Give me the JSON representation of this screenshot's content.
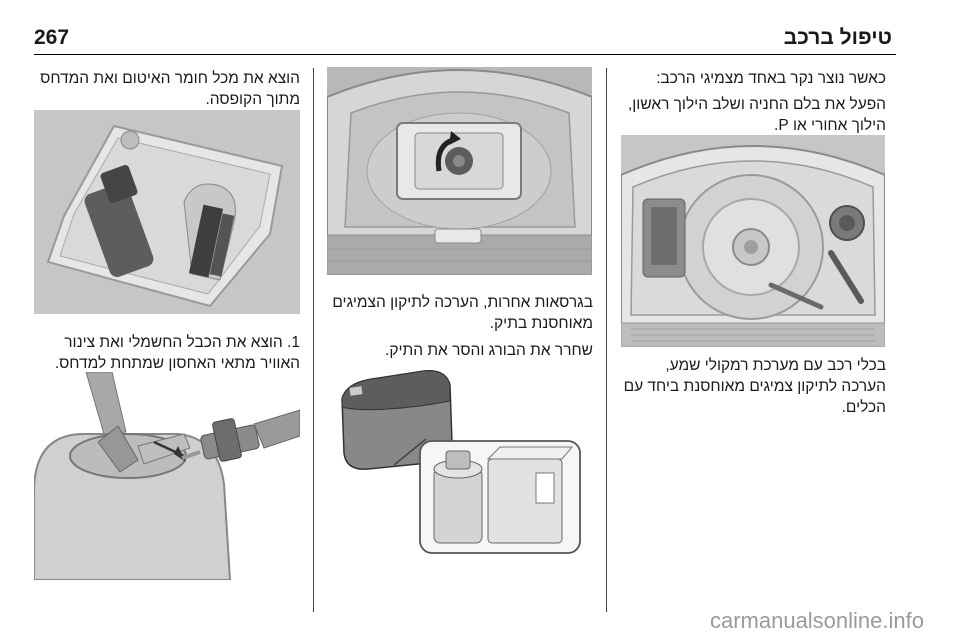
{
  "header": {
    "page_number": "267",
    "section_title": "טיפול ברכב"
  },
  "right_column": {
    "para1": "כאשר נוצר נקר באחד מצמיגי הרכב:",
    "para2": "הפעל את בלם החניה ושלב הילוך ראשון, הילוך אחורי או P.",
    "para3": "בכלי רכב עם מערכת רמקולי שמע, הערכה לתיקון צמיגים מאוחסנת ביחד עם הכלים."
  },
  "middle_column": {
    "para1": "בגרסאות אחרות, הערכה לתיקון הצמיגים מאוחסנת בתיק.",
    "para2": "שחרר את הבורג והסר את התיק."
  },
  "left_column": {
    "para1": "הוצא את מכל חומר האיטום ואת המדחס מתוך הקופסה.",
    "step1": "1. הוצא את הכבל החשמלי ואת צינור האוויר מתאי האחסון שמתחת למדחס."
  },
  "footer": {
    "watermark": "carmanualsonline.info"
  }
}
